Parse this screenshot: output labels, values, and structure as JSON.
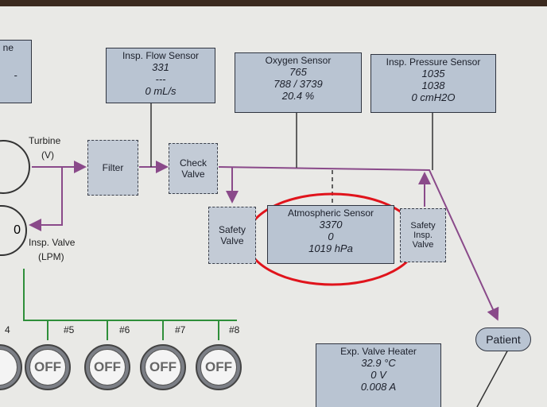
{
  "diagram": {
    "left_box_partial": {
      "title": "ne",
      "value": "-"
    },
    "insp_flow": {
      "title": "Insp. Flow Sensor",
      "v1": "331",
      "v2": "---",
      "v3": "0 mL/s"
    },
    "oxygen": {
      "title": "Oxygen Sensor",
      "v1": "765",
      "v2": "788 / 3739",
      "v3": "20.4 %"
    },
    "insp_pressure": {
      "title": "Insp. Pressure Sensor",
      "v1": "1035",
      "v2": "1038",
      "v3": "0 cmH2O"
    },
    "turbine_label": "Turbine",
    "turbine_unit": "(V)",
    "filter_label": "Filter",
    "check_valve_label": "Check\nValve",
    "safety_valve_label": "Safety\nValve",
    "atmospheric": {
      "title": "Atmospheric Sensor",
      "v1": "3370",
      "v2": "0",
      "v3": "1019 hPa"
    },
    "safety_insp_valve_label": "Safety\nInsp.\nValve",
    "insp_valve_label": "Insp. Valve",
    "insp_valve_unit": "(LPM)",
    "left_circle_value": "0",
    "patient_label": "Patient",
    "exp_valve_heater": {
      "title": "Exp. Valve Heater",
      "v1": "32.9 °C",
      "v2": "0 V",
      "v3": "0.008 A"
    }
  },
  "switches": [
    {
      "num": "4",
      "label": ""
    },
    {
      "num": "#5",
      "label": "OFF"
    },
    {
      "num": "#6",
      "label": "OFF"
    },
    {
      "num": "#7",
      "label": "OFF"
    },
    {
      "num": "#8",
      "label": "OFF"
    }
  ],
  "colors": {
    "flow_line": "#8a4a8a",
    "highlight": "#e0141c",
    "green_bus": "#2f8f3a"
  }
}
